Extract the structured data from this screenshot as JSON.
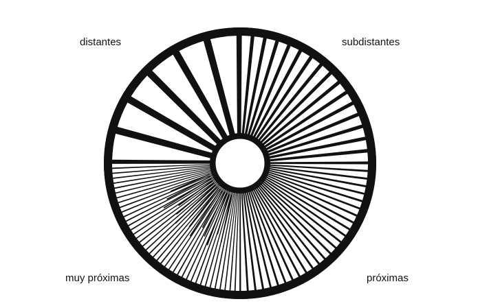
{
  "labels": {
    "top_left": "distantes",
    "top_right": "subdistantes",
    "bottom_left": "muy próximas",
    "bottom_right": "próximas"
  },
  "colors": {
    "ink": "#111111",
    "paper": "#ffffff"
  }
}
